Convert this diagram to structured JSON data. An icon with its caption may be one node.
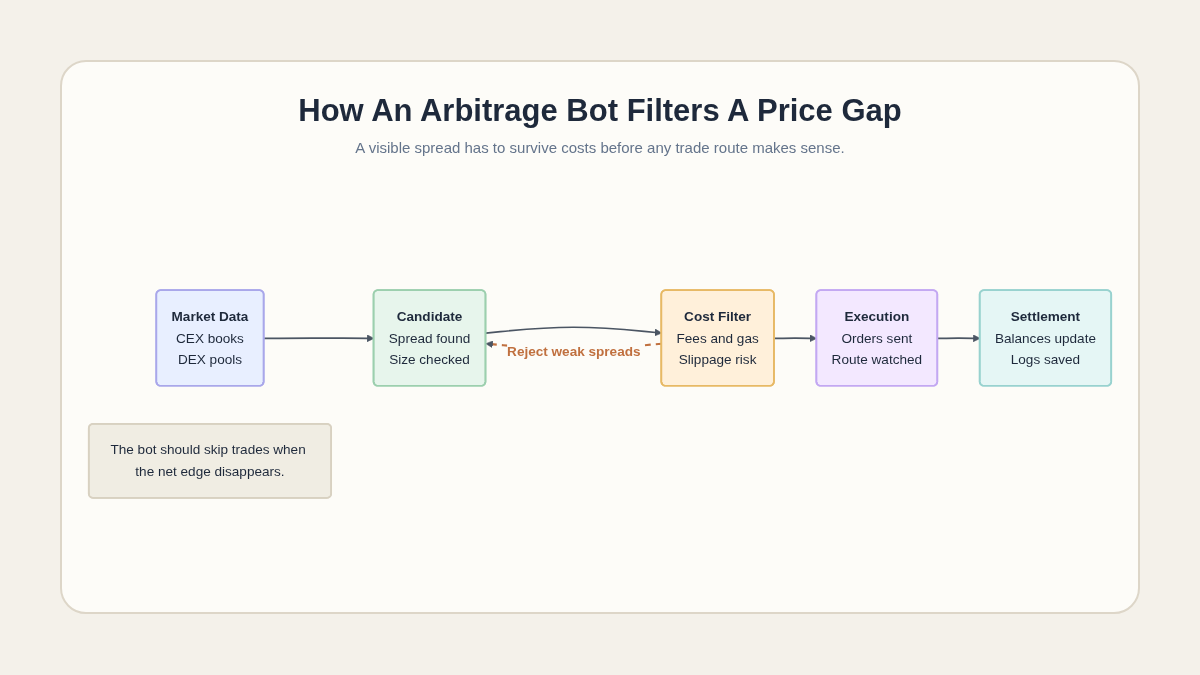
{
  "diagram": {
    "title": "How An Arbitrage Bot Filters A Price Gap",
    "nodes": [
      {
        "text": [
          "Market Data",
          "CEX books",
          "DEX pools"
        ]
      },
      {
        "text": [
          "Candidate",
          "Spread found",
          "Size checked"
        ]
      },
      {
        "text": [
          "Cost Filter",
          "Fees and gas",
          "Slippage risk"
        ]
      },
      {
        "text": [
          "Execution",
          "Orders sent",
          "Route watched"
        ]
      },
      {
        "text": [
          "Settlement",
          "Balances update",
          "Logs saved"
        ]
      },
      {
        "text": [
          "The bot should skip trades when the net edge disappears."
        ]
      }
    ],
    "edges": [
      {
        "from": 0,
        "to": 1,
        "arrow": "to"
      },
      {
        "from": 1,
        "to": 2,
        "arrow": "to"
      },
      {
        "from": 2,
        "to": 3,
        "arrow": "to"
      },
      {
        "from": 3,
        "to": 4,
        "arrow": "to"
      },
      {
        "from": 2,
        "to": 1,
        "arrow": "to",
        "label": "Reject weak spreads",
        "style": "dashed",
        "color": "#c0703f"
      }
    ],
    "labels": [
      "A visible spread has to survive costs before any trade route makes sense."
    ]
  }
}
